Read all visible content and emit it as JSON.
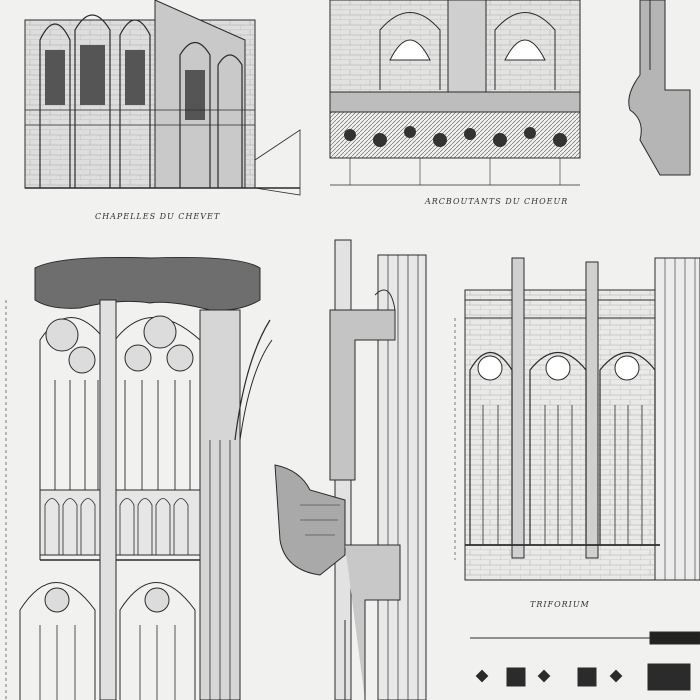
{
  "plate": {
    "background": "#f1f1ef",
    "ink": "#2b2b2b",
    "captions": {
      "chapels": "CHAPELLES DU CHEVET",
      "choir": "ARCBOUTANTS DU CHOEUR",
      "triforium": "TRIFORIUM"
    }
  }
}
